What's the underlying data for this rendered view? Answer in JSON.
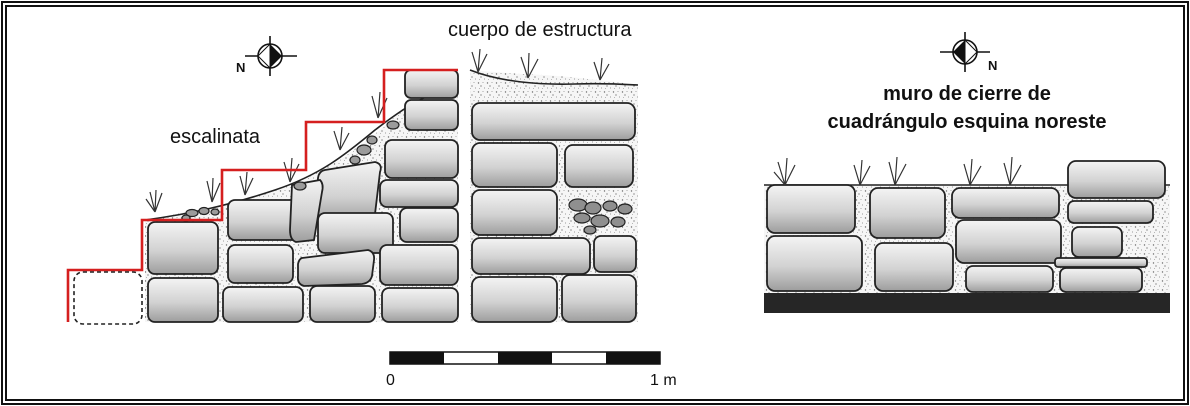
{
  "labels": {
    "left_stair": "escalinata",
    "structure_body": "cuerpo de estructura",
    "right_title_line1": "muro de cierre de",
    "right_title_line2": "cuadrángulo esquina noreste"
  },
  "north_arrows": {
    "left_letter": "N",
    "right_letter": "N"
  },
  "scale_bar": {
    "start_label": "0",
    "end_label": "1 m",
    "segments": 5
  },
  "colors": {
    "stair_outline": "#d51f1f",
    "stone_fill": "#cfcfcf",
    "stone_stroke": "#222222",
    "fill_matrix": "#f3f3f3",
    "base_layer": "#262626"
  }
}
